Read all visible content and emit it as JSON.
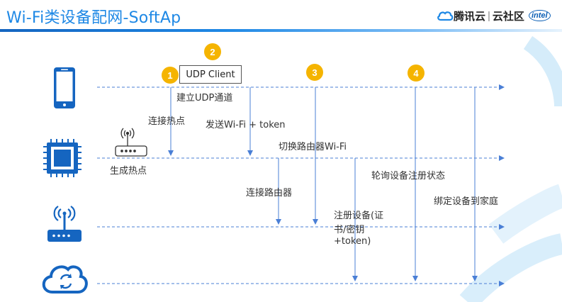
{
  "header": {
    "title": "Wi-Fi类设备配网-SoftAp"
  },
  "brand": {
    "name": "腾讯云",
    "separator": "|",
    "community": "云社区",
    "partner": "intel"
  },
  "colors": {
    "accent": "#1e88e5",
    "lifeline": "#4a7fd6",
    "badge": "#f5b400",
    "icon": "#1565c0"
  },
  "actors": [
    {
      "icon": "phone-icon"
    },
    {
      "icon": "chip-icon"
    },
    {
      "icon": "router-icon"
    },
    {
      "icon": "cloud-icon"
    }
  ],
  "steps": {
    "s1": "1",
    "s2": "2",
    "s3": "3",
    "s4": "4"
  },
  "udp_client_box": "UDP Client",
  "labels": {
    "hotspot_device": "生成热点",
    "connect_hotspot": "连接热点",
    "build_udp": "建立UDP通道",
    "send_wifi": "发送Wi-Fi + token",
    "switch_router": "切换路由器Wi-Fi",
    "connect_router": "连接路由器",
    "register_line1": "注册设备(证",
    "register_line2": "书/密钥",
    "register_line3": "+token)",
    "poll_status": "轮询设备注册状态",
    "bind_home": "绑定设备到家庭"
  }
}
